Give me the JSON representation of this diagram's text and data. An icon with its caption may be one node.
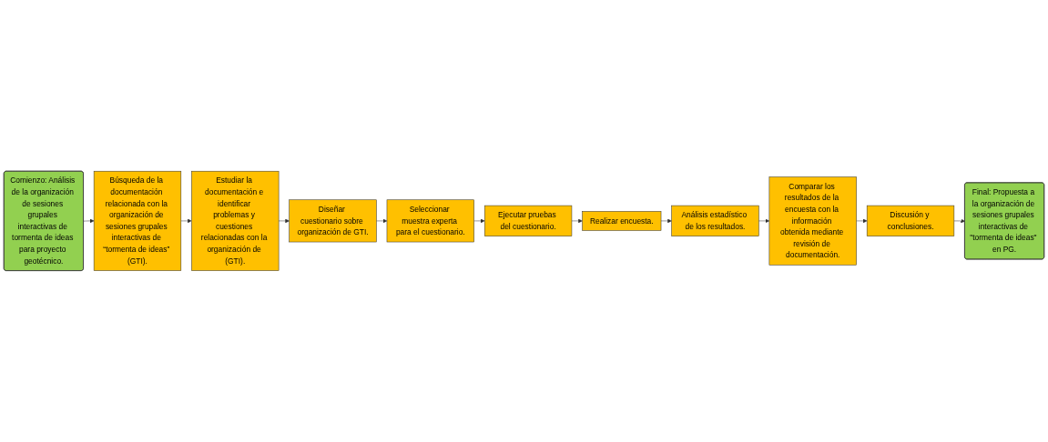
{
  "diagram": {
    "nodes": [
      {
        "text": [
          "Comienzo: Análisis de la organización de sesiones grupales interactivas de tormenta de ideas para proyecto geotécnico."
        ]
      },
      {
        "text": [
          "Búsqueda de la documentación relacionada con la organización de sesiones grupales interactivas de “tormenta de ideas” (GTI)."
        ]
      },
      {
        "text": [
          "Estudiar la documentación e identificar problemas y cuestiones relacionadas con la organización de (GTI)."
        ]
      },
      {
        "text": [
          "Diseñar cuestionario sobre organización de GTI."
        ]
      },
      {
        "text": [
          "Seleccionar muestra experta para el cuestionario."
        ]
      },
      {
        "text": [
          "Ejecutar pruebas del cuestionario."
        ]
      },
      {
        "text": [
          "Realizar encuesta."
        ]
      },
      {
        "text": [
          "Análisis estadístico de los resultados."
        ]
      },
      {
        "text": [
          "Comparar los resultados de la encuesta con la información obtenida mediante revisión de documentación."
        ]
      },
      {
        "text": [
          "Discusión y conclusiones."
        ]
      },
      {
        "text": [
          "Final: Propuesta a la organización de sesiones grupales interactivas de \"tormenta de ideas\" en PG."
        ]
      }
    ],
    "edges": [
      {
        "from": 0,
        "to": 1,
        "arrow": "to"
      },
      {
        "from": 1,
        "to": 2,
        "arrow": "to"
      },
      {
        "from": 2,
        "to": 3,
        "arrow": "to"
      },
      {
        "from": 3,
        "to": 4,
        "arrow": "to"
      },
      {
        "from": 4,
        "to": 5,
        "arrow": "to"
      },
      {
        "from": 5,
        "to": 6,
        "arrow": "to"
      },
      {
        "from": 6,
        "to": 7,
        "arrow": "to"
      },
      {
        "from": 7,
        "to": 8,
        "arrow": "to"
      },
      {
        "from": 8,
        "to": 9,
        "arrow": "to"
      },
      {
        "from": 9,
        "to": 10,
        "arrow": "to"
      }
    ]
  }
}
